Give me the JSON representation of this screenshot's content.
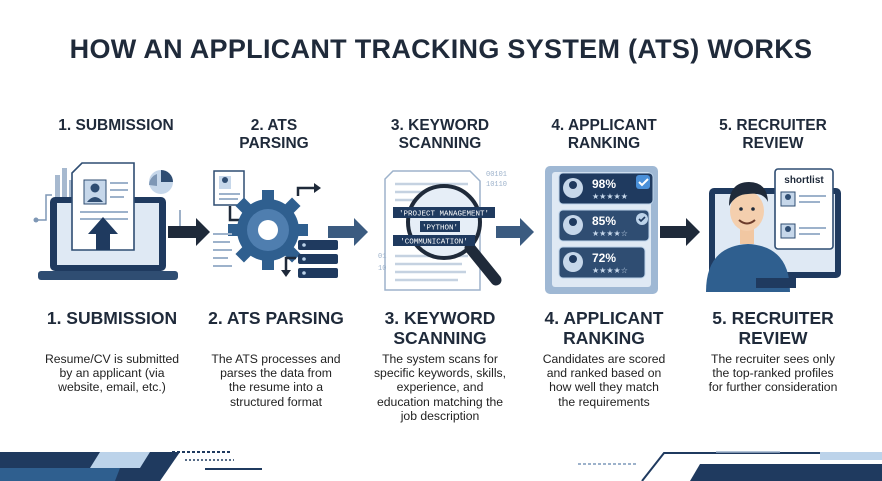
{
  "title": "HOW AN APPLICANT TRACKING SYSTEM (ATS) WORKS",
  "steps": [
    {
      "top": [
        "1. SUBMISSION"
      ],
      "label": [
        "1. SUBMISSION"
      ],
      "desc": [
        "Resume/CV is submitted",
        "by an applicant (via",
        "website, email, etc.)"
      ]
    },
    {
      "top": [
        "2. ATS",
        "PARSING"
      ],
      "label": [
        "2. ATS PARSING"
      ],
      "desc": [
        "The ATS processes and",
        "parses the data from",
        "the resume into a",
        "structured format"
      ]
    },
    {
      "top": [
        "3. KEYWORD",
        "SCANNING"
      ],
      "label": [
        "3. KEYWORD",
        "SCANNING"
      ],
      "desc": [
        "The system scans for",
        "specific keywords, skills,",
        "experience, and",
        "education matching the",
        "job description"
      ]
    },
    {
      "top": [
        "4. APPLICANT",
        "RANKING"
      ],
      "label": [
        "4. APPLICANT",
        "RANKING"
      ],
      "desc": [
        "Candidates are scored",
        "and ranked based on",
        "how well they match",
        "the requirements"
      ]
    },
    {
      "top": [
        "5. RECRUITER",
        "REVIEW"
      ],
      "label": [
        "5. RECRUITER",
        "REVIEW"
      ],
      "desc": [
        "The recruiter sees only",
        "the top-ranked profiles",
        "for further consideration"
      ]
    }
  ],
  "keywords": [
    "'PROJECT MANAGEMENT'",
    "'PYTHON'",
    "'COMMUNICATION'"
  ],
  "scores": [
    "98%",
    "85%",
    "72%"
  ],
  "shortlist_label": "shortlist",
  "colors": {
    "navy": "#1f3a5f",
    "blue": "#2f5f8f",
    "light_blue": "#bcd3ea",
    "text": "#1f2a3a"
  }
}
